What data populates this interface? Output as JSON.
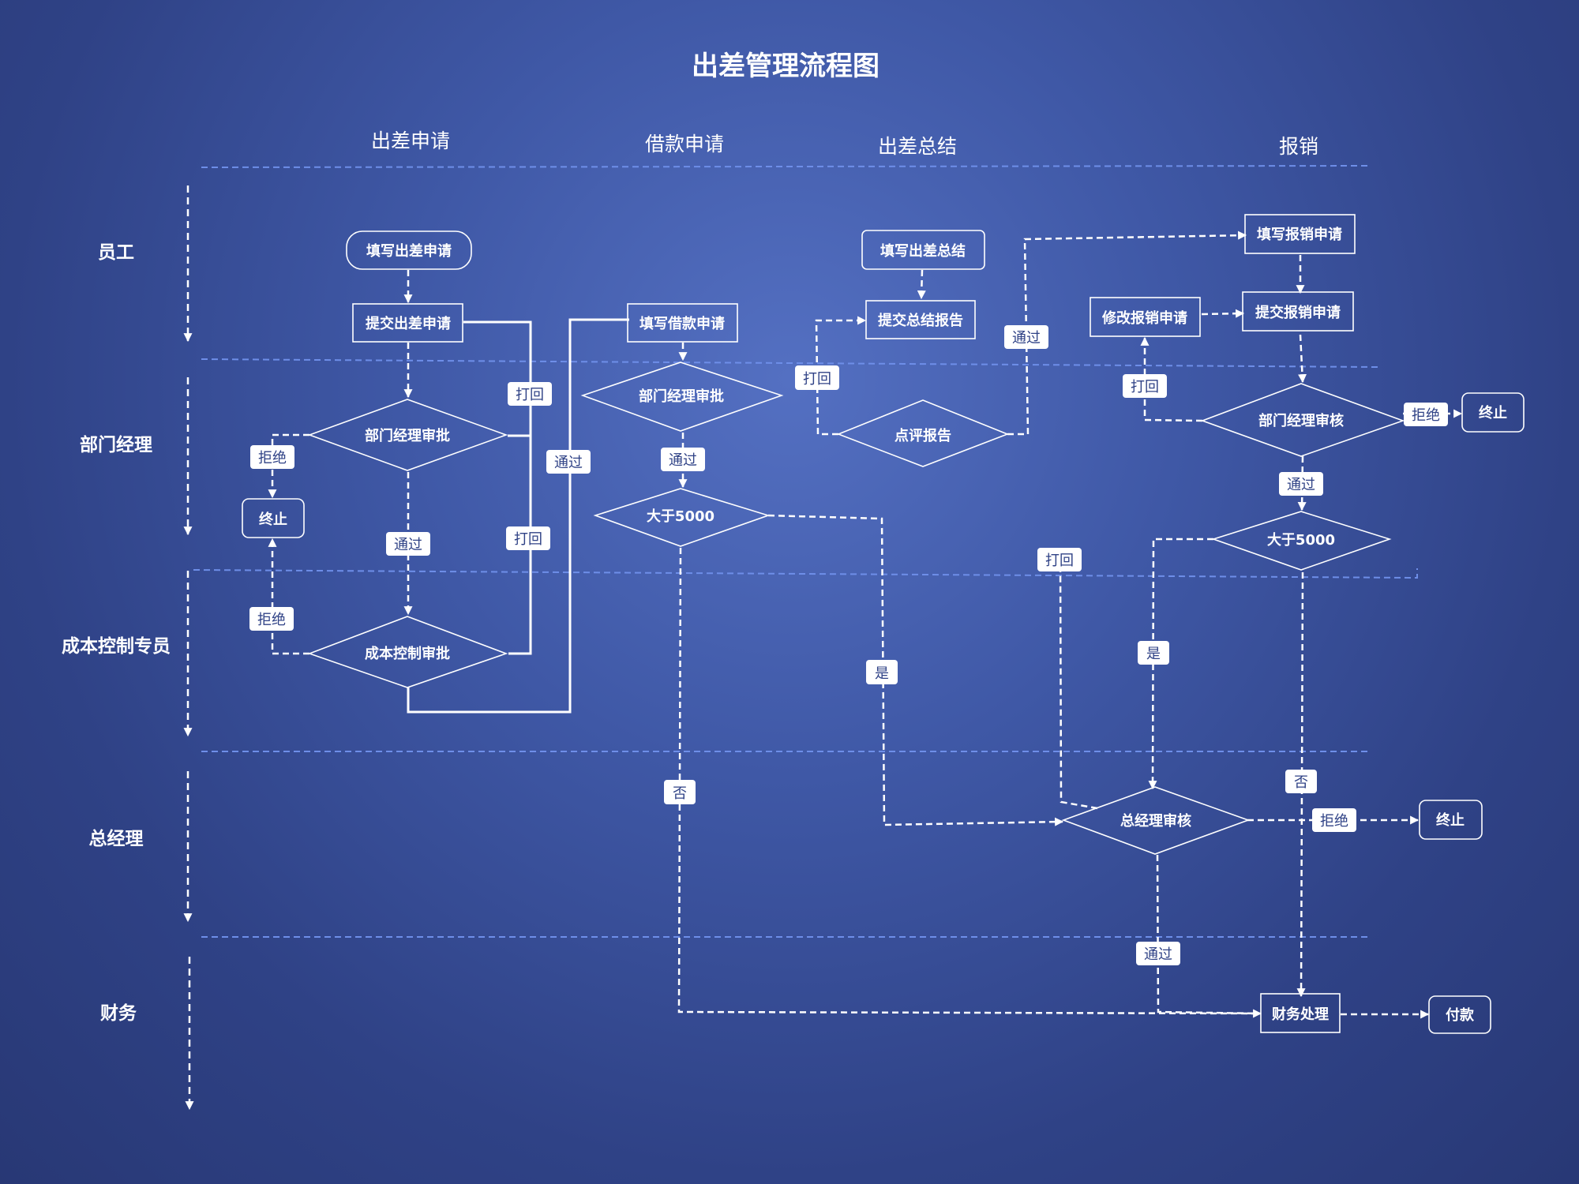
{
  "title": "出差管理流程图",
  "columns": [
    "出差申请",
    "借款申请",
    "出差总结",
    "报销"
  ],
  "rows": [
    "员工",
    "部门经理",
    "成本控制专员",
    "总经理",
    "财务"
  ],
  "nodes": {
    "fill_trip_app": "填写出差申请",
    "submit_trip_app": "提交出差申请",
    "dept_approve_1": "部门经理审批",
    "terminate_1": "终止",
    "cost_approve": "成本控制审批",
    "fill_loan_app": "填写借款申请",
    "dept_approve_2": "部门经理审批",
    "gt5000_1": "大于5000",
    "fill_summary": "填写出差总结",
    "submit_summary": "提交总结报告",
    "review_report": "点评报告",
    "fill_reimb": "填写报销申请",
    "modify_reimb": "修改报销申请",
    "submit_reimb": "提交报销申请",
    "dept_review": "部门经理审核",
    "terminate_2": "终止",
    "gt5000_2": "大于5000",
    "gm_review": "总经理审核",
    "terminate_3": "终止",
    "finance_process": "财务处理",
    "payment": "付款"
  },
  "labels": {
    "reject": "拒绝",
    "pass": "通过",
    "return": "打回",
    "yes": "是",
    "no": "否"
  },
  "colors": {
    "line": "#ffffff",
    "lane_divider": "#6e8ee8",
    "badge_fill": "#ffffff",
    "badge_text": "#2f4286"
  }
}
